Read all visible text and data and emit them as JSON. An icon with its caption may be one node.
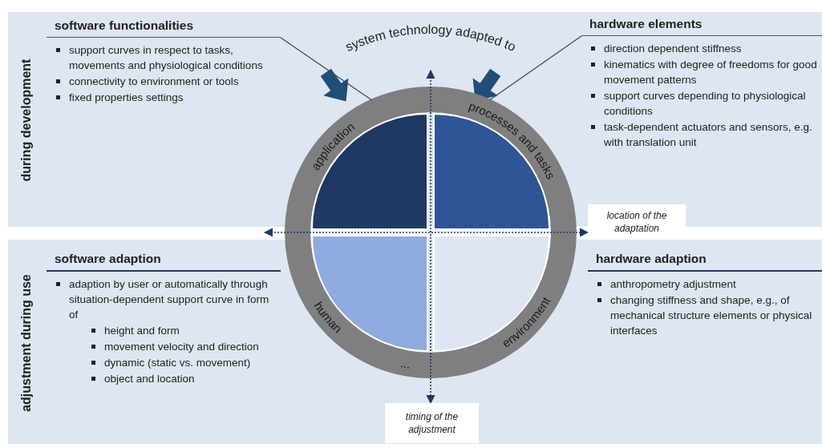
{
  "diagram": {
    "nodes": [
      {
        "text": [
          "software functionalities",
          "support curves in respect to tasks, movements and physiological conditions",
          "connectivity to environment or tools",
          "fixed properties settings"
        ]
      },
      {
        "text": [
          "hardware elements",
          "direction dependent stiffness",
          "kinematics with degree of freedoms for good movement patterns",
          "support curves depending to physiological conditions",
          "task-dependent actuators and sensors, e.g. with translation unit"
        ]
      },
      {
        "text": [
          "application"
        ]
      },
      {
        "text": [
          "processes and tasks"
        ]
      },
      {
        "text": [
          "human"
        ]
      },
      {
        "text": [
          "environment"
        ]
      },
      {
        "text": [
          "software adaption",
          "adaption by user or automatically through situation-dependent support curve in form of",
          "height and form",
          "movement velocity and direction",
          "dynamic (static vs. movement)",
          "object and location"
        ]
      },
      {
        "text": [
          "hardware adaption",
          "anthropometry adjustment",
          "changing stiffness and shape, e.g., of mechanical structure elements or physical interfaces"
        ]
      }
    ],
    "edges": [
      {
        "from": 0,
        "to": 2,
        "arrow": "none"
      },
      {
        "from": 1,
        "to": 3,
        "arrow": "none"
      }
    ],
    "labels": [
      "system technology adapted to",
      "during development",
      "location of the adaptation",
      "adjustment during use",
      "...",
      "timing of the adjustment"
    ]
  }
}
